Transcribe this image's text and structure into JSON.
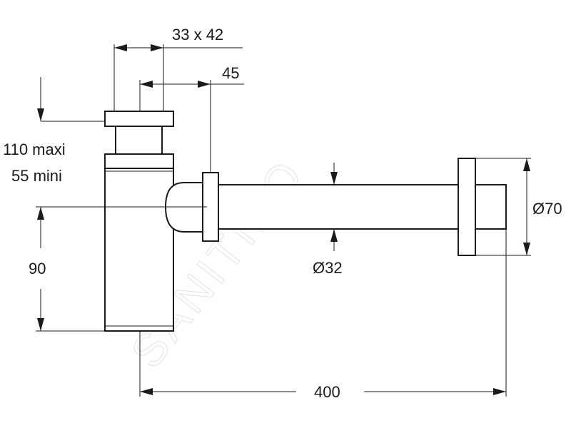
{
  "drawing": {
    "watermark": "SANITINO",
    "labels": {
      "top_width": "33 x 42",
      "offset": "45",
      "height_max": "110 maxi",
      "height_min": "55 mini",
      "outlet_height": "90",
      "pipe_diameter": "Ø32",
      "rosette_diameter": "Ø70",
      "length": "400"
    }
  },
  "colors": {
    "line": "#1a1a1a",
    "watermark": "#e6e6e6"
  }
}
